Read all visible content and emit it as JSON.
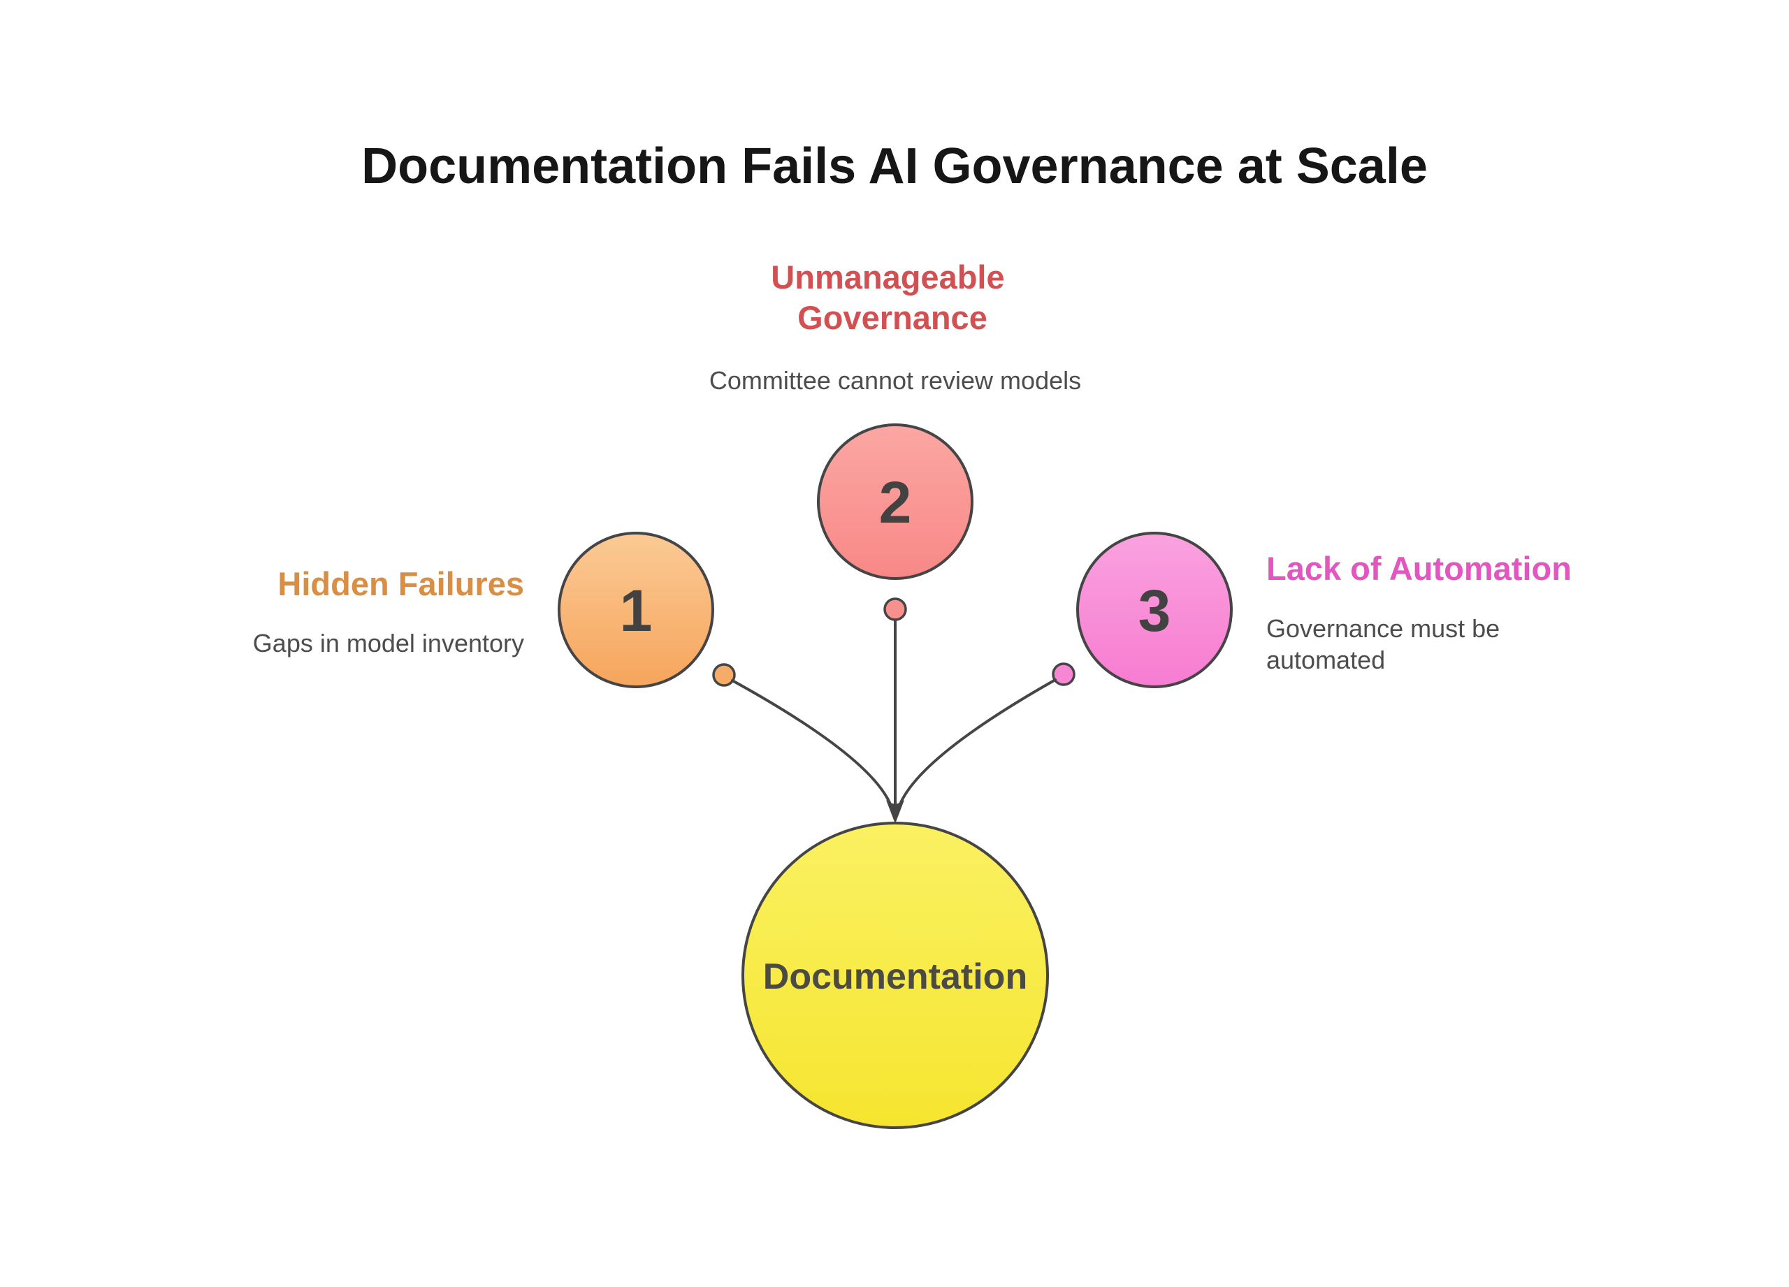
{
  "title": {
    "text": "Documentation Fails AI Governance at Scale",
    "color": "#161616"
  },
  "nodes": [
    {
      "id": "hidden-failures",
      "number": "1",
      "heading": "Hidden Failures",
      "heading_color": "#D98E44",
      "description": "Gaps in model inventory",
      "circle_colors": {
        "top": "#FBCA95",
        "bottom": "#F6A55C",
        "dot": "#F6AC69"
      }
    },
    {
      "id": "unmanageable-governance",
      "number": "2",
      "heading_lines": [
        "Unmanageable",
        "Governance"
      ],
      "heading_color": "#D15152",
      "description": "Committee cannot review models",
      "circle_colors": {
        "top": "#FBA7A3",
        "bottom": "#F88886",
        "dot": "#F8908D"
      }
    },
    {
      "id": "lack-of-automation",
      "number": "3",
      "heading": "Lack of Automation",
      "heading_color": "#E156BF",
      "description_lines": [
        "Governance must be",
        "automated"
      ],
      "circle_colors": {
        "top": "#FAA2DF",
        "bottom": "#F77CD1",
        "dot": "#F787D4"
      }
    }
  ],
  "center": {
    "label": "Documentation",
    "label_color": "#4B4B44",
    "circle_colors": {
      "top": "#FAF162",
      "bottom": "#F6E52F"
    }
  },
  "styles": {
    "background": "#FFFFFF",
    "stroke": "#454545",
    "description_color": "#4D4D4D",
    "number_color": "#424242"
  }
}
